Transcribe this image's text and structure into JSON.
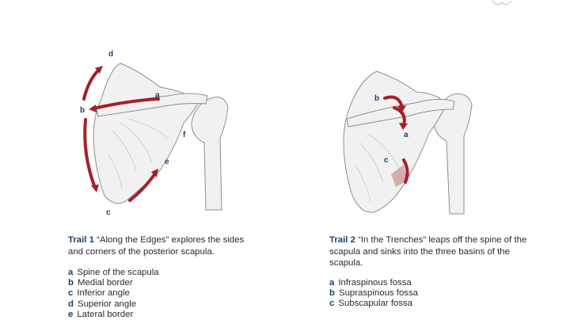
{
  "trail1": {
    "title": "Trail 1",
    "description": " “Along the Edges” explores the sides and corners of the posterior scapula.",
    "labels": {
      "a": "a",
      "b": "b",
      "c": "c",
      "d": "d",
      "e": "e",
      "f": "f"
    },
    "items": [
      {
        "key": "a",
        "text": "Spine of the scapula"
      },
      {
        "key": "b",
        "text": "Medial border"
      },
      {
        "key": "c",
        "text": "Inferior angle"
      },
      {
        "key": "d",
        "text": "Superior angle"
      },
      {
        "key": "e",
        "text": "Lateral border"
      }
    ]
  },
  "trail2": {
    "title": "Trail 2",
    "description": " “In the Trenches” leaps off the spine of the scapula and sinks into the three basins of the scapula.",
    "labels": {
      "a": "a",
      "b": "b",
      "c": "c"
    },
    "items": [
      {
        "key": "a",
        "text": "Infraspinous fossa"
      },
      {
        "key": "b",
        "text": "Supraspinous fossa"
      },
      {
        "key": "c",
        "text": "Subscapular fossa"
      }
    ]
  },
  "colors": {
    "arrow": "#a4202a",
    "label": "#1e3f6e",
    "bone_fill": "#f1f1f1",
    "bone_stroke": "#8f8f8f"
  }
}
